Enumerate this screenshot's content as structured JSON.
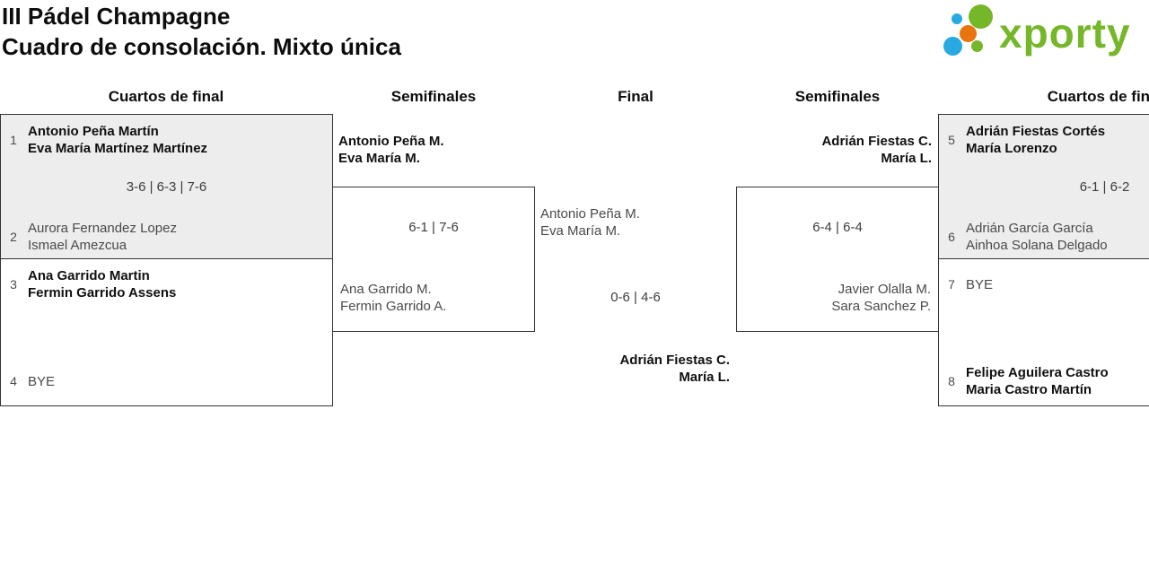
{
  "title": {
    "line1": "III Pádel Champagne",
    "line2": "Cuadro de consolación. Mixto única"
  },
  "logo": {
    "wordmark": "xporty",
    "colors": {
      "green": "#76b72a",
      "blue": "#29a9e1",
      "orange": "#e8740e"
    }
  },
  "round_headers": {
    "0": "Cuartos de final",
    "1": "Semifinales",
    "2": "Final",
    "3": "Semifinales",
    "4": "Cuartos de final"
  },
  "bracket": {
    "qf_left_top": {
      "seed_top": "1",
      "team_top": {
        "line1": "Antonio Peña Martín",
        "line2": "Eva María Martínez Martínez"
      },
      "score": "3-6 | 6-3 | 7-6",
      "seed_bottom": "2",
      "team_bottom": {
        "line1": "Aurora Fernandez Lopez",
        "line2": "Ismael Amezcua"
      }
    },
    "qf_left_bottom": {
      "seed_top": "3",
      "team_top": {
        "line1": "Ana Garrido Martin",
        "line2": "Fermin Garrido Assens"
      },
      "seed_bottom": "4",
      "team_bottom": {
        "line1": "BYE"
      }
    },
    "sf_left": {
      "winner": {
        "line1": "Antonio Peña M.",
        "line2": "Eva María M."
      },
      "score": "6-1 | 7-6",
      "team_bottom": {
        "line1": "Ana Garrido M.",
        "line2": "Fermin Garrido A."
      }
    },
    "final": {
      "team_top": {
        "line1": "Antonio Peña M.",
        "line2": "Eva María M."
      },
      "score": "0-6 | 4-6",
      "team_bottom": {
        "line1": "Adrián Fiestas C.",
        "line2": "María L."
      }
    },
    "sf_right": {
      "winner": {
        "line1": "Adrián Fiestas C.",
        "line2": "María L."
      },
      "score": "6-4 | 6-4",
      "team_bottom": {
        "line1": "Javier Olalla M.",
        "line2": "Sara Sanchez P."
      }
    },
    "qf_right_top": {
      "seed_top": "5",
      "team_top": {
        "line1": "Adrián Fiestas Cortés",
        "line2": "María Lorenzo"
      },
      "score": "6-1 | 6-2",
      "seed_bottom": "6",
      "team_bottom": {
        "line1": "Adrián García García",
        "line2": "Ainhoa Solana Delgado"
      }
    },
    "qf_right_bottom": {
      "seed_top": "7",
      "team_top": {
        "line1": "BYE"
      },
      "seed_bottom": "8",
      "team_bottom": {
        "line1": "Felipe Aguilera Castro",
        "line2": "Maria Castro Martín"
      }
    }
  }
}
